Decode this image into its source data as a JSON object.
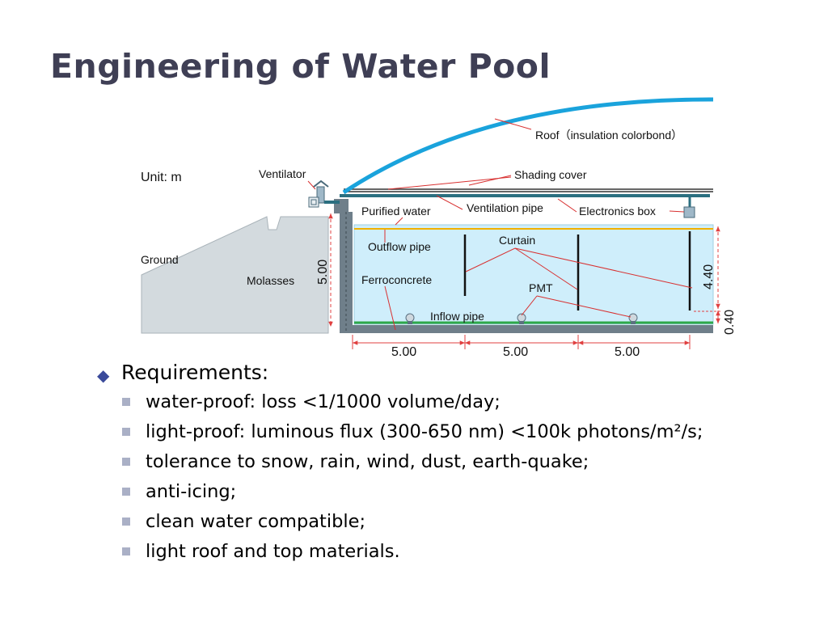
{
  "title": "Engineering of Water Pool",
  "diagram": {
    "unit": "Unit: m",
    "labels": {
      "roof": "Roof（insulation  colorbond）",
      "ventilator": "Ventilator",
      "shading_cover": "Shading  cover",
      "ventilation_pipe": "Ventilation pipe",
      "purified_water": "Purified  water",
      "electronics_box": "Electronics box",
      "outflow_pipe": "Outflow pipe",
      "curtain": "Curtain",
      "ground": "Ground",
      "molasses": "Molasses",
      "ferroconcrete": "Ferroconcrete",
      "pmt": "PMT",
      "inflow_pipe": "Inflow pipe"
    },
    "dimensions": {
      "wall_height": "5.00",
      "water_depth": "4.40",
      "bottom_gap": "0.40",
      "span_1": "5.00",
      "span_2": "5.00",
      "span_3": "5.00"
    },
    "colors": {
      "roof": "#1aa3dc",
      "water": "#cfeefb",
      "concrete": "#6f7f8a",
      "ventilation_pipe": "#2b6f80",
      "inflow_pipe": "#2ea84a",
      "outflow_pipe": "#f0b000",
      "dimension": "#e04040",
      "leader": "#d83030",
      "ground": "#d3dade"
    }
  },
  "requirements": {
    "heading": "Requirements:",
    "items": [
      "water-proof: loss <1/1000 volume/day;",
      "light-proof: luminous flux (300-650 nm) <100k photons/m²/s;",
      "tolerance to snow, rain, wind, dust, earth-quake;",
      "anti-icing;",
      "clean water compatible;",
      "light roof and top materials."
    ]
  }
}
